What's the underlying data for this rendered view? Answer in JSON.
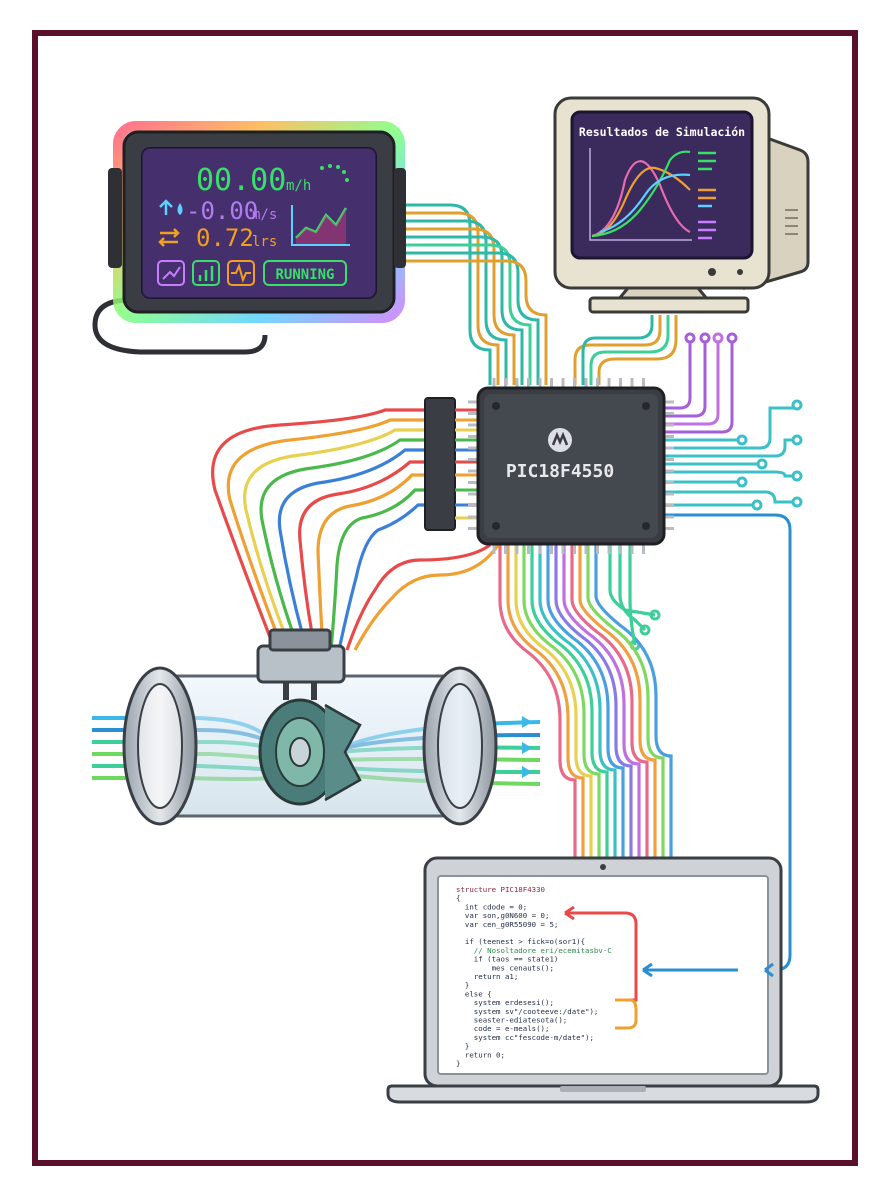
{
  "display": {
    "speed_value": "00.00",
    "speed_unit": "m/h",
    "velocity_value": "-0.00",
    "velocity_unit": "m/s",
    "volume_value": "0.72",
    "volume_unit": "lrs",
    "status": "RUNNING"
  },
  "monitor": {
    "title": "Resultados de Simulación"
  },
  "chip": {
    "label": "PIC18F4550"
  },
  "code": {
    "lines": [
      "structure PIC18F4330",
      "{",
      "  int cdode = 0;",
      "  var son,g0N600 = 0;",
      "  var cen_g0R55090 = 5;",
      "",
      "  if (teenest > fick=o(sor1){",
      "    // Nosoltadore eri/ecemitasbv-C",
      "    if (taos == state1)",
      "        mes cenauts();",
      "    return a1;",
      "  }",
      "  else {",
      "    system erdesesi();",
      "    system sv\"/cooteeve:/date\");",
      "    seaster-ediatesota();",
      "    code = e-meals();",
      "    system cc\"fescode-m/date\");",
      "  }",
      "  return 0;",
      "}"
    ]
  },
  "colors": {
    "frame": "#5a0f2b",
    "chip": "#3a3d44",
    "lcd_green": "#38e06a",
    "lcd_orange": "#f0a020",
    "lcd_purple": "#b07cf0",
    "monitor_bezel": "#e8e2d0",
    "screen_bg": "#3b2a5c"
  }
}
